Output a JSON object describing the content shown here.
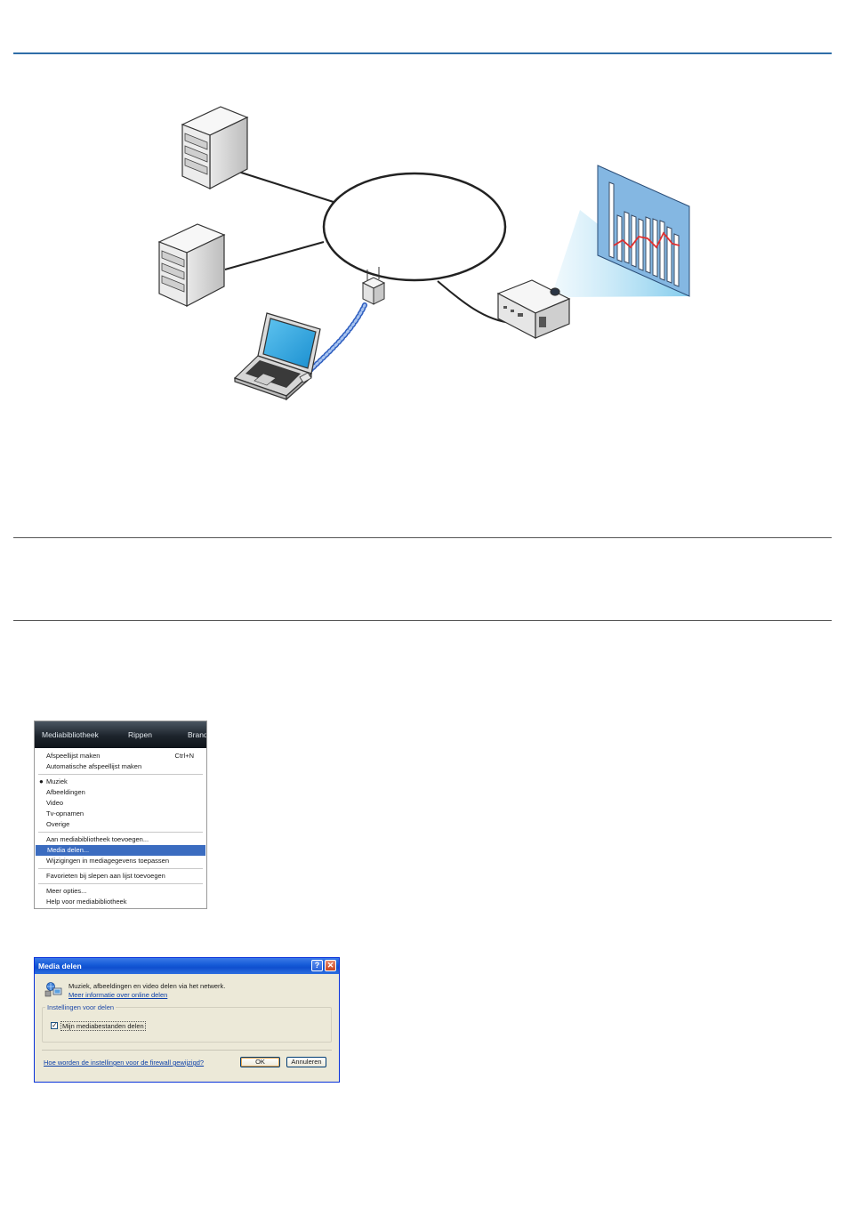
{
  "wmp_menu": {
    "menubar": [
      "Mediabibliotheek",
      "Rippen",
      "Brand"
    ],
    "items": [
      {
        "label": "Afspeellijst maken",
        "shortcut": "Ctrl+N"
      },
      {
        "label": "Automatische afspeellijst maken",
        "shortcut": ""
      },
      {
        "label": "Muziek",
        "bullet": true
      },
      {
        "label": "Afbeeldingen"
      },
      {
        "label": "Video"
      },
      {
        "label": "Tv-opnamen"
      },
      {
        "label": "Overige"
      },
      {
        "label": "Aan mediabibliotheek toevoegen..."
      },
      {
        "label": "Media delen...",
        "selected": true
      },
      {
        "label": "Wijzigingen in mediagegevens toepassen"
      },
      {
        "label": "Favorieten bij slepen aan lijst toevoegen"
      },
      {
        "label": "Meer opties..."
      },
      {
        "label": "Help voor mediabibliotheek"
      }
    ]
  },
  "dialog": {
    "title": "Media delen",
    "help_glyph": "?",
    "close_glyph": "✕",
    "message": "Muziek, afbeeldingen en video delen via het netwerk.",
    "more_info_link": "Meer informatie over online delen",
    "group_label": "Instellingen voor delen",
    "checkbox_label": "Mijn mediabestanden delen",
    "checkbox_checked": true,
    "checkmark": "✓",
    "firewall_link": "Hoe worden de instellingen voor de firewall gewijzigd?",
    "ok_label": "OK",
    "cancel_label": "Annuleren"
  },
  "colors": {
    "top_rule": "#2f6ea8",
    "menu_highlight": "#3b6cc0",
    "dialog_title": "#1459d6",
    "screen_bg": "#84b7e2",
    "chart_line": "#e03030"
  }
}
